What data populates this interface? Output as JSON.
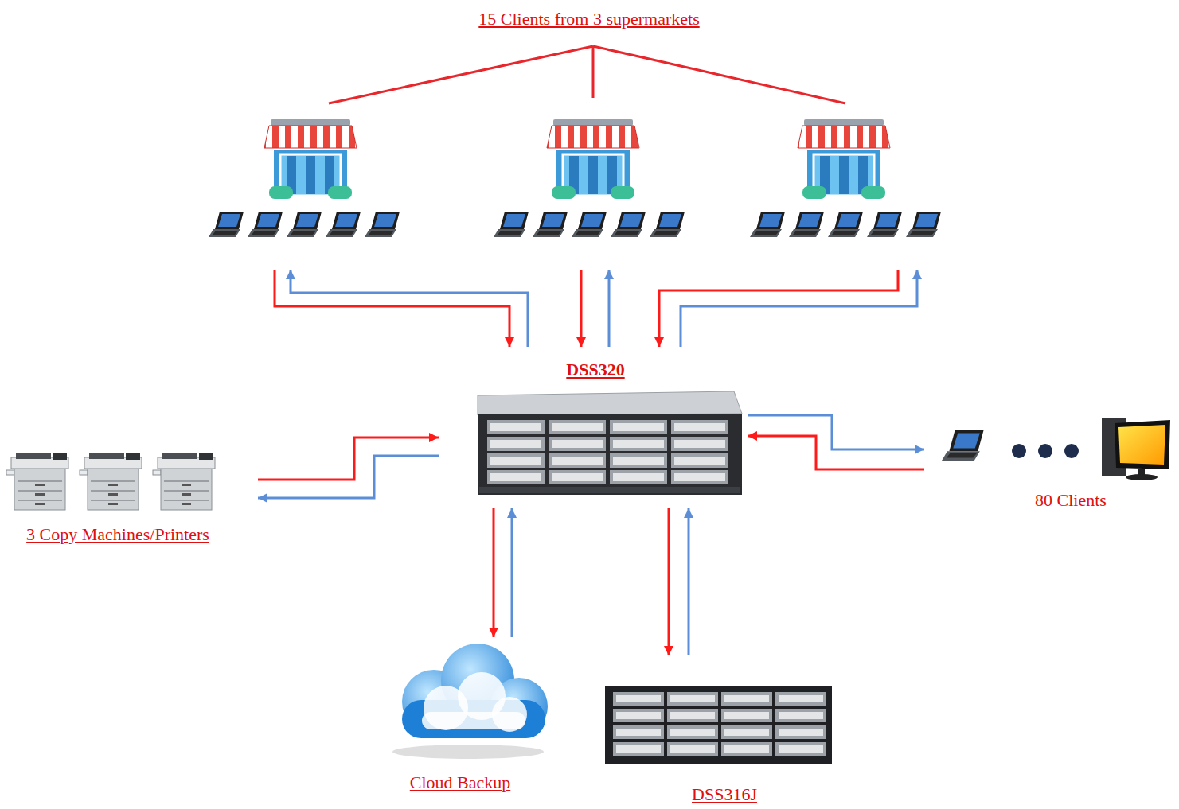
{
  "diagram": {
    "nodes": [
      {
        "text": [
          "15 Clients from 3 supermarkets"
        ]
      },
      {
        "text": [
          "DSS320"
        ]
      },
      {
        "text": [
          "3 Copy Machines/Printers"
        ]
      },
      {
        "text": [
          "80 Clients"
        ]
      },
      {
        "text": [
          "Cloud Backup"
        ]
      },
      {
        "text": [
          "DSS316J"
        ]
      }
    ],
    "edges": [
      {
        "from": 0,
        "to": 1,
        "arrow": "to"
      },
      {
        "from": 1,
        "to": 0,
        "arrow": "to"
      },
      {
        "from": 0,
        "to": 1,
        "arrow": "to"
      },
      {
        "from": 1,
        "to": 0,
        "arrow": "to"
      },
      {
        "from": 0,
        "to": 1,
        "arrow": "to"
      },
      {
        "from": 1,
        "to": 0,
        "arrow": "to"
      },
      {
        "from": 2,
        "to": 1,
        "arrow": "to"
      },
      {
        "from": 1,
        "to": 2,
        "arrow": "to"
      },
      {
        "from": 3,
        "to": 1,
        "arrow": "to"
      },
      {
        "from": 1,
        "to": 3,
        "arrow": "to"
      },
      {
        "from": 1,
        "to": 4,
        "arrow": "to"
      },
      {
        "from": 4,
        "to": 1,
        "arrow": "to"
      },
      {
        "from": 1,
        "to": 5,
        "arrow": "to"
      },
      {
        "from": 5,
        "to": 1,
        "arrow": "to"
      }
    ]
  }
}
